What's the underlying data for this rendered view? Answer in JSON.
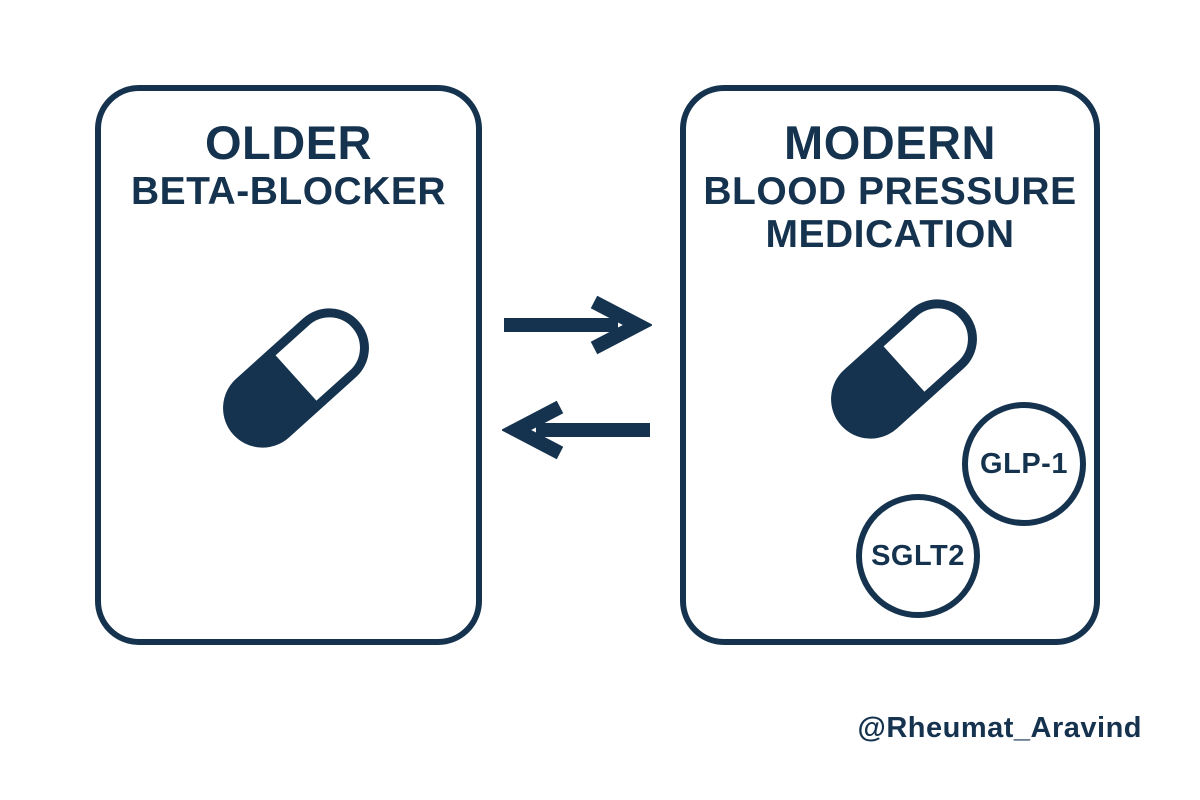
{
  "diagram": {
    "colors": {
      "ink": "#15334e",
      "background": "#ffffff"
    },
    "left_card": {
      "title_line1": "OLDER",
      "title_line2": "BETA-BLOCKER",
      "icon": "capsule-icon"
    },
    "right_card": {
      "title_line1": "MODERN",
      "title_line2": "BLOOD PRESSURE",
      "title_line3": "MEDICATION",
      "icon": "capsule-icon",
      "badges": [
        {
          "label": "GLP-1"
        },
        {
          "label": "SGLT2"
        }
      ]
    },
    "arrows": {
      "top": "right-arrow-icon",
      "bottom": "left-arrow-icon"
    },
    "attribution": "@Rheumat_Aravind"
  }
}
